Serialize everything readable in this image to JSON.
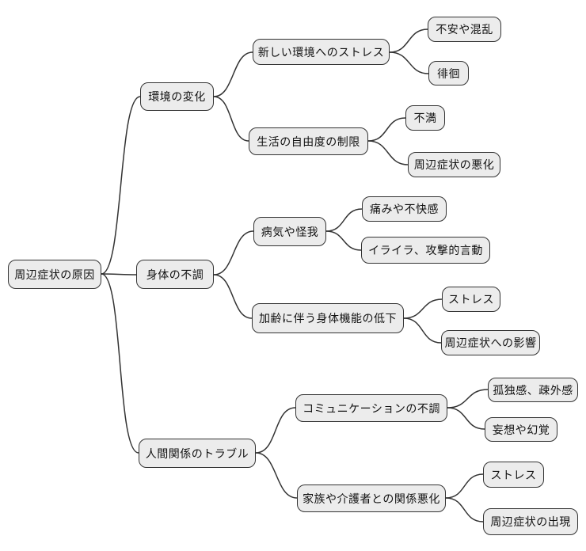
{
  "style": {
    "background": "#ffffff",
    "node_fill": "#ececec",
    "node_border": "#333333",
    "edge_color": "#333333",
    "text_color": "#111111"
  },
  "mindmap": {
    "root": {
      "label": "周辺症状の原因"
    },
    "branches": [
      {
        "label": "環境の変化",
        "children": [
          {
            "label": "新しい環境へのストレス",
            "children": [
              {
                "label": "不安や混乱"
              },
              {
                "label": "徘徊"
              }
            ]
          },
          {
            "label": "生活の自由度の制限",
            "children": [
              {
                "label": "不満"
              },
              {
                "label": "周辺症状の悪化"
              }
            ]
          }
        ]
      },
      {
        "label": "身体の不調",
        "children": [
          {
            "label": "病気や怪我",
            "children": [
              {
                "label": "痛みや不快感"
              },
              {
                "label": "イライラ、攻撃的言動"
              }
            ]
          },
          {
            "label": "加齢に伴う身体機能の低下",
            "children": [
              {
                "label": "ストレス"
              },
              {
                "label": "周辺症状への影響"
              }
            ]
          }
        ]
      },
      {
        "label": "人間関係のトラブル",
        "children": [
          {
            "label": "コミュニケーションの不調",
            "children": [
              {
                "label": "孤独感、疎外感"
              },
              {
                "label": "妄想や幻覚"
              }
            ]
          },
          {
            "label": "家族や介護者との関係悪化",
            "children": [
              {
                "label": "ストレス"
              },
              {
                "label": "周辺症状の出現"
              }
            ]
          }
        ]
      }
    ]
  }
}
